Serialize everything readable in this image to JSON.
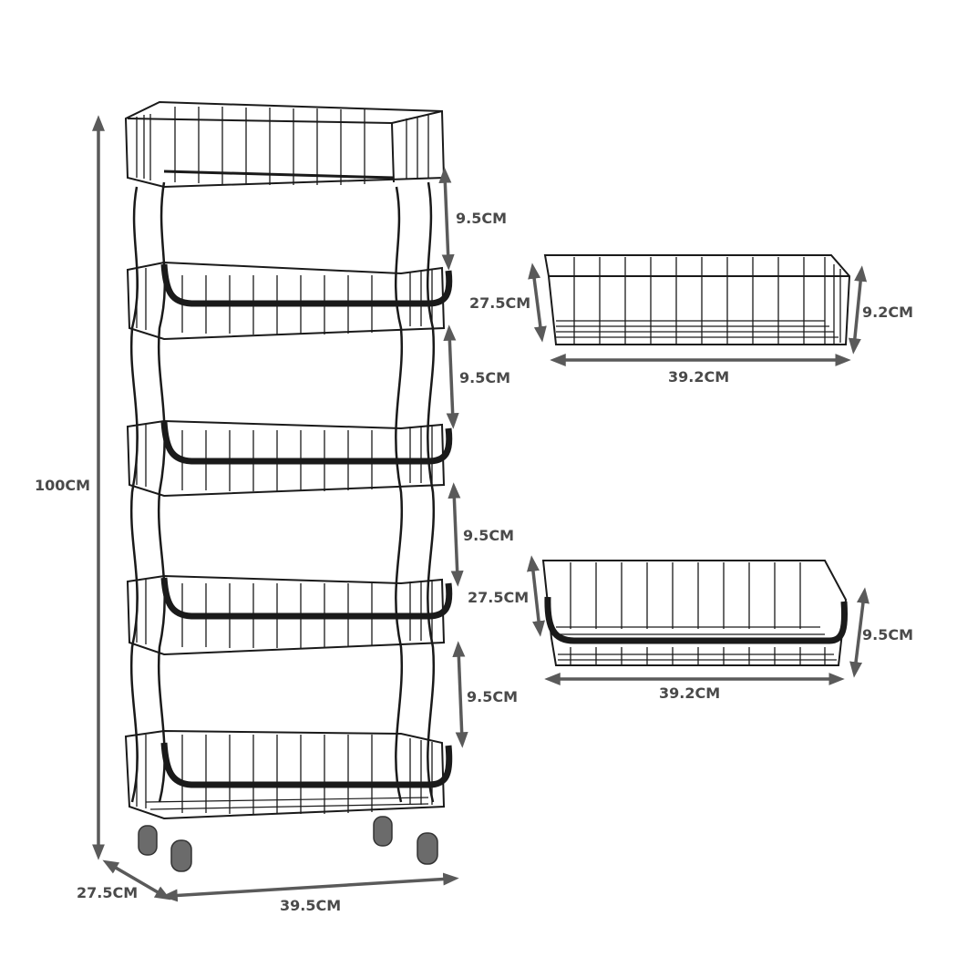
{
  "figure": {
    "description": "5-tier rolling wire basket cart with dimensions",
    "colors": {
      "wire": "#1a1a1a",
      "arrow": "#5a5a5a",
      "label": "#4a4a4a",
      "background": "#ffffff",
      "wheel": "#6b6b6b"
    }
  },
  "cart": {
    "tiers": 5,
    "labels": {
      "total_height": "100CM",
      "depth": "27.5CM",
      "width": "39.5CM",
      "spacing_1": "9.5CM",
      "spacing_2": "9.5CM",
      "spacing_3": "9.5CM",
      "spacing_4": "9.5CM"
    }
  },
  "top_basket_detail": {
    "labels": {
      "depth": "27.5CM",
      "height": "9.2CM",
      "width": "39.2CM"
    }
  },
  "lower_basket_detail": {
    "labels": {
      "depth": "27.5CM",
      "height": "9.5CM",
      "width": "39.2CM"
    }
  }
}
